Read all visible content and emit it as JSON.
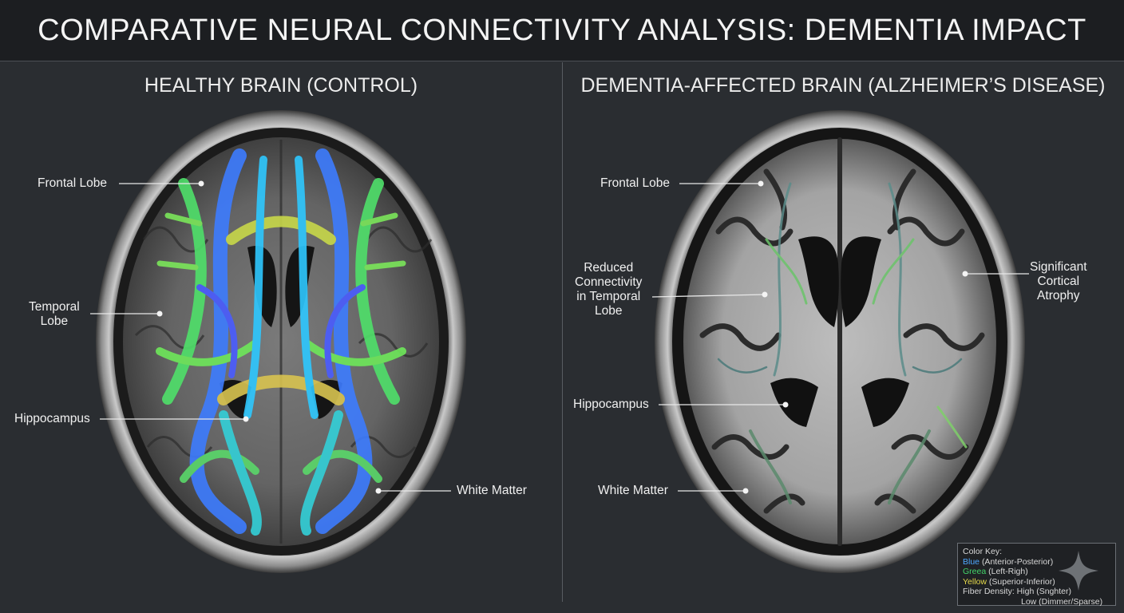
{
  "title": "COMPARATIVE NEURAL CONNECTIVITY ANALYSIS: DEMENTIA IMPACT",
  "left_panel": {
    "title": "HEALTHY BRAIN (CONTROL)",
    "labels": {
      "frontal": "Frontal Lobe",
      "temporal": "Temporal\nLobe",
      "hippocampus": "Hippocampus",
      "white_matter": "White Matter"
    }
  },
  "right_panel": {
    "title": "DEMENTIA-AFFECTED BRAIN (ALZHEIMER’S DISEASE)",
    "labels": {
      "frontal": "Frontal Lobe",
      "reduced": "Reduced\nConnectivity\nin Temporal\nLobe",
      "atrophy": "Significant\nCortical\nAtrophy",
      "hippocampus": "Hippocampus",
      "white_matter": "White Matter"
    }
  },
  "color_key": {
    "heading": "Color Key:",
    "blue_word": "Blue",
    "blue_desc": "(Anterior-Posterior)",
    "green_word": "Greea",
    "green_desc": "(Left-Righ)",
    "yellow_word": "Yellow",
    "yellow_desc": "(Superior-Inferior)",
    "density_high": "Fiber Density: High (Snghter)",
    "density_low": "Low (Dimmer/Sparse)"
  },
  "colors": {
    "blue": "#3f7dff",
    "green": "#3ddc5f",
    "yellow": "#d9e046",
    "background": "#2a2d31"
  },
  "icons": [
    "sparkle-icon"
  ]
}
